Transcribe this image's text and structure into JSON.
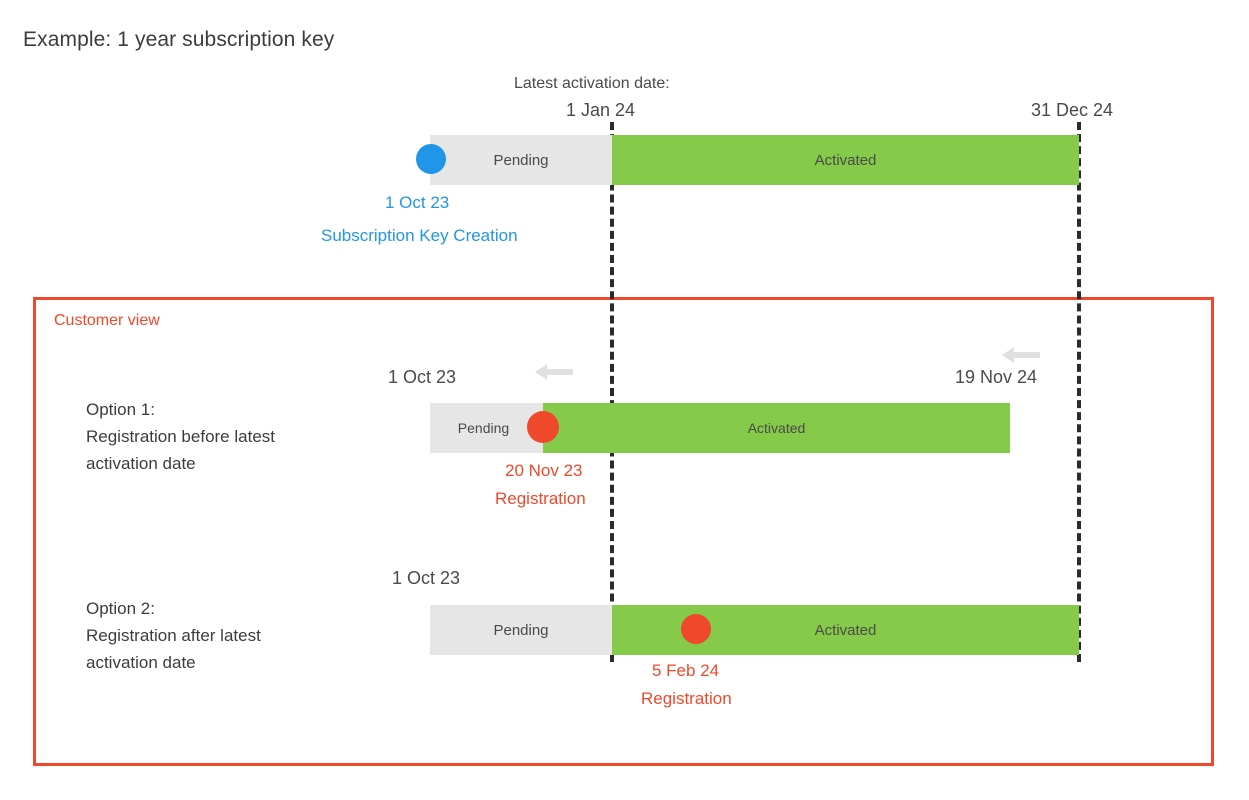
{
  "page": {
    "title": "Example: 1 year subscription key",
    "background": "#ffffff"
  },
  "colors": {
    "activated_green": "#85ca49",
    "pending_grey": "#e6e6e6",
    "creation_blue": "#2196e8",
    "registration_red": "#f0482a",
    "guide_black": "#2b2b2b",
    "arrow_grey": "#e0e0e0"
  },
  "timeline_header": {
    "latest_activation_caption": "Latest activation date:",
    "latest_activation_date": "1 Jan 24",
    "end_date": "31 Dec 24"
  },
  "key_timeline": {
    "pending_label": "Pending",
    "activated_label": "Activated",
    "marker_date": "1 Oct 23",
    "marker_event": "Subscription Key Creation",
    "marker_icon": "blue-dot-icon"
  },
  "customer_view": {
    "box_label": "Customer view",
    "options": [
      {
        "id": "option-1",
        "title": "Option 1:",
        "line2": "Registration before latest",
        "line3": "activation date",
        "start_date": "1 Oct 23",
        "end_date": "19 Nov 24",
        "pending_label": "Pending",
        "activated_label": "Activated",
        "marker_date": "20 Nov 23",
        "marker_event": "Registration",
        "marker_icon": "red-dot-icon",
        "arrow_icon": "arrow-left-icon",
        "arrow_count": 2
      },
      {
        "id": "option-2",
        "title": "Option 2:",
        "line2": "Registration after latest",
        "line3": "activation date",
        "start_date": "1 Oct 23",
        "pending_label": "Pending",
        "activated_label": "Activated",
        "marker_date": "5 Feb 24",
        "marker_event": "Registration",
        "marker_icon": "red-dot-icon"
      }
    ]
  }
}
